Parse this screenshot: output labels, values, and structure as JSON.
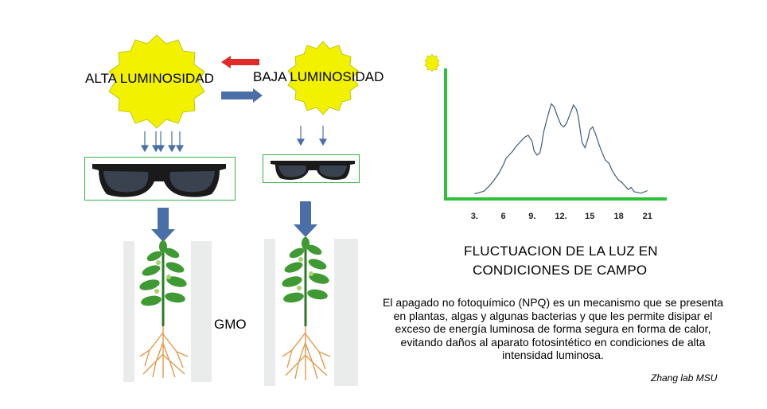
{
  "labels": {
    "high_light": "ALTA LUMINOSIDAD",
    "low_light": "BAJA LUMINOSIDAD",
    "gmo": "GMO"
  },
  "chart_title": {
    "line1": "FLUCTUACION DE LA LUZ EN",
    "line2": "CONDICIONES DE CAMPO"
  },
  "description": {
    "line1": "El apagado no fotoquímico (NPQ) es un mecanismo que se presenta",
    "line2": "en plantas, algas y algunas bacterias y que les permite disipar el",
    "line3": "exceso de energía luminosa de forma segura en forma de calor,",
    "line4": "evitando daños al aparato fotosintético en condiciones de alta",
    "line5": "intensidad luminosa."
  },
  "credit": "Zhang lab MSU",
  "colors": {
    "sun": "#f2f200",
    "arrow_red": "#e02a2a",
    "arrow_blue": "#4a6fa8",
    "box_green": "#35b545",
    "axis_green": "#2ec03a",
    "line": "#3e5b7a"
  },
  "chart_data": {
    "type": "line",
    "title": "FLUCTUACION DE LA LUZ EN CONDICIONES DE CAMPO",
    "xlabel": "",
    "ylabel": "",
    "tick_labels": [
      "3.",
      "6",
      "9.",
      "12.",
      "15",
      "18",
      "21"
    ],
    "x": [
      3,
      3.5,
      4,
      4.5,
      5,
      5.5,
      6,
      6.3,
      6.7,
      7,
      7.3,
      7.6,
      8,
      8.3,
      8.6,
      8.8,
      9,
      9.2,
      9.5,
      9.8,
      10,
      10.2,
      10.5,
      10.8,
      11,
      11.3,
      11.6,
      12,
      12.3,
      12.6,
      13,
      13.3,
      13.6,
      13.8,
      14,
      14.2,
      14.5,
      14.8,
      15,
      15.3,
      15.6,
      16,
      16.3,
      16.6,
      17,
      17.3,
      17.6,
      18,
      18.3,
      18.6,
      19,
      19.3,
      19.6,
      20,
      20.3,
      20.6,
      21
    ],
    "y": [
      1,
      1.2,
      1.5,
      2.4,
      3.5,
      4.8,
      6.5,
      7.8,
      8.6,
      9.2,
      10.0,
      10.6,
      11.4,
      11.9,
      12.2,
      11.6,
      11.0,
      9.2,
      8.4,
      8.8,
      10.5,
      12.8,
      15.0,
      17.0,
      18.2,
      17.6,
      16.0,
      14.2,
      13.8,
      14.6,
      16.5,
      18.0,
      17.2,
      15.8,
      13.2,
      10.8,
      9.8,
      11.5,
      13.2,
      13.8,
      12.4,
      10.2,
      8.8,
      7.5,
      6.8,
      5.5,
      4.6,
      3.6,
      3.2,
      2.6,
      1.8,
      2.2,
      1.4,
      1.2,
      1.1,
      1.3,
      1.6
    ],
    "xlim": [
      0,
      23
    ],
    "ylim": [
      0,
      25
    ],
    "grid": false,
    "legend": "none"
  }
}
